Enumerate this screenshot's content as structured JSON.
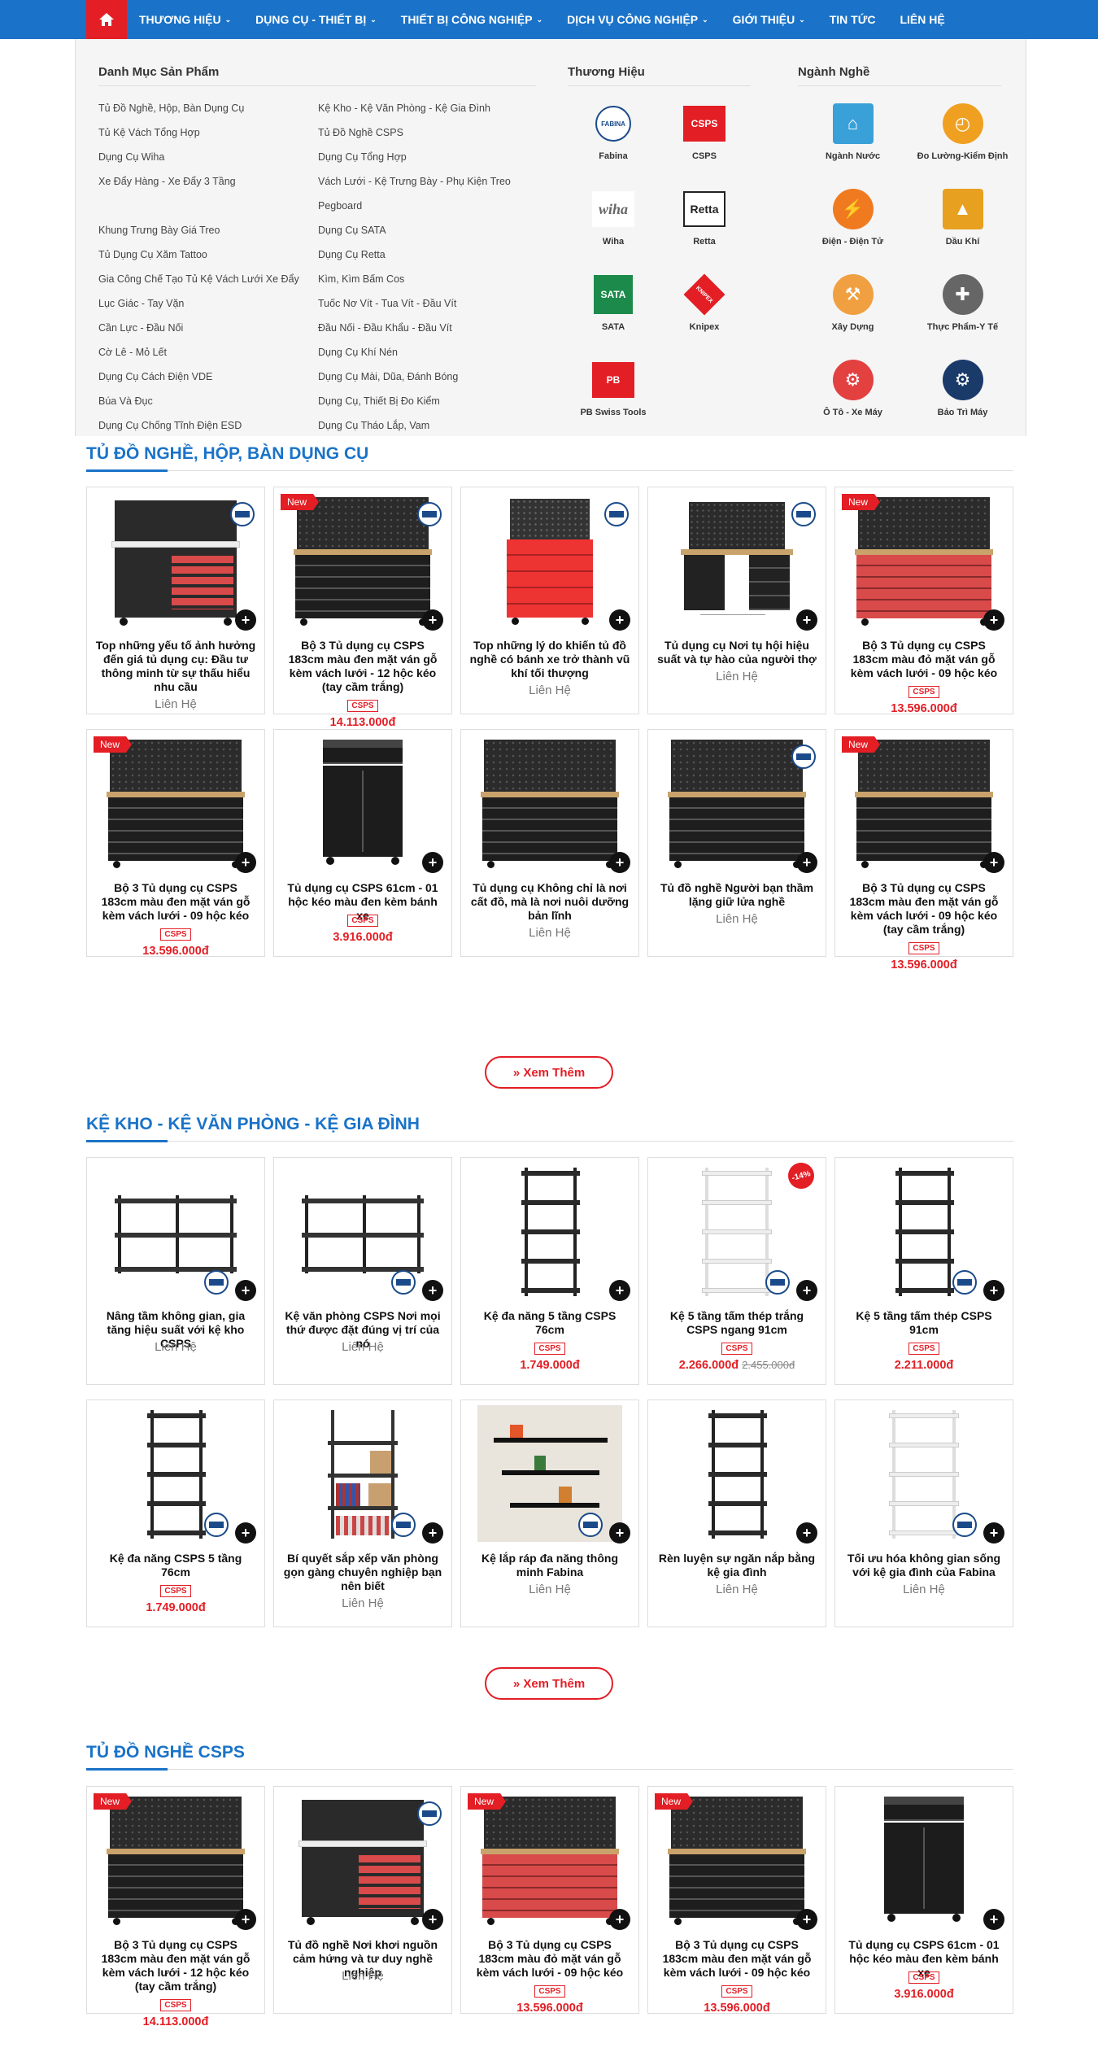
{
  "nav": {
    "items": [
      {
        "label": "THƯƠNG HIỆU",
        "caret": "⌄"
      },
      {
        "label": "DỤNG CỤ - THIẾT BỊ",
        "caret": "⌄"
      },
      {
        "label": "THIẾT BỊ CÔNG NGHIỆP",
        "caret": "⌄"
      },
      {
        "label": "DỊCH VỤ CÔNG NGHIỆP",
        "caret": "⌄"
      },
      {
        "label": "GIỚI THIỆU",
        "caret": "⌄"
      },
      {
        "label": "TIN TỨC",
        "caret": ""
      },
      {
        "label": "LIÊN HỆ",
        "caret": ""
      }
    ]
  },
  "mega": {
    "danhmuc_title": "Danh Mục Sản Phẩm",
    "danhmuc": [
      "Tủ Đồ Nghề, Hộp, Bàn Dụng Cụ",
      "Kệ Kho - Kệ Văn Phòng - Kệ Gia Đình",
      "Tủ Kệ Vách Tổng Hợp",
      "Tủ Đồ Nghề CSPS",
      "Dụng Cụ Wiha",
      "Dụng Cụ Tổng Hợp",
      "Xe Đẩy Hàng - Xe Đẩy 3 Tầng",
      "Vách Lưới - Kệ Trưng Bày - Phụ Kiện Treo",
      "",
      "Pegboard",
      "Khung Trưng Bày Giá Treo",
      "Dụng Cụ SATA",
      "Tủ Dụng Cụ Xăm Tattoo",
      "Dụng Cụ Retta",
      "Gia Công Chế Tạo Tủ Kệ Vách Lưới Xe Đẩy",
      "Kìm, Kìm Bấm Cos",
      "Lục Giác - Tay Vặn",
      "Tuốc Nơ Vít - Tua Vít - Đầu Vít",
      "Cần Lực - Đầu Nối",
      "Đầu Nối - Đầu Khẩu - Đầu Vít",
      "Cờ Lê - Mỏ Lết",
      "Dụng Cụ Khí Nén",
      "Dụng Cụ Cách Điện VDE",
      "Dụng Cụ Mài, Dũa, Đánh Bóng",
      "Búa Và Đục",
      "Dụng Cụ, Thiết Bị Đo Kiểm",
      "Dụng Cụ Chống Tĩnh Điện ESD",
      "Dụng Cụ Tháo Lắp, Vam"
    ],
    "brands_title": "Thương Hiệu",
    "brands": [
      {
        "name": "Fabina",
        "logo": "FABINA",
        "icon": "fabina-logo-icon",
        "color": "#1a4a8a"
      },
      {
        "name": "CSPS",
        "logo": "CSPS",
        "icon": "csps-logo-icon",
        "color": "#e31e25"
      },
      {
        "name": "Wiha",
        "logo": "wiha",
        "icon": "wiha-logo-icon",
        "color": "#666666"
      },
      {
        "name": "Retta",
        "logo": "Retta",
        "icon": "retta-logo-icon",
        "color": "#222222"
      },
      {
        "name": "SATA",
        "logo": "SATA",
        "icon": "sata-logo-icon",
        "color": "#1b8a4a"
      },
      {
        "name": "Knipex",
        "logo": "KNIPEX",
        "icon": "knipex-logo-icon",
        "color": "#e31e25"
      },
      {
        "name": "PB Swiss Tools",
        "logo": "PB",
        "icon": "pb-swiss-logo-icon",
        "color": "#e31e25"
      }
    ],
    "industries_title": "Ngành Nghề",
    "industries": [
      {
        "name": "Ngành Nước",
        "glyph": "⌂",
        "icon": "water-industry-icon",
        "color": "#3aa0d8"
      },
      {
        "name": "Đo Lường-Kiểm Định",
        "glyph": "◴",
        "icon": "measurement-icon",
        "color": "#f0a020"
      },
      {
        "name": "Điện - Điện Tử",
        "glyph": "⚡",
        "icon": "electric-plug-icon",
        "color": "#f07a20"
      },
      {
        "name": "Dầu Khí",
        "glyph": "▲",
        "icon": "oil-gas-icon",
        "color": "#e8a020"
      },
      {
        "name": "Xây Dựng",
        "glyph": "⚒",
        "icon": "construction-worker-icon",
        "color": "#f0a040"
      },
      {
        "name": "Thực Phẩm-Y Tế",
        "glyph": "✚",
        "icon": "food-medical-icon",
        "color": "#666666"
      },
      {
        "name": "Ô Tô - Xe Máy",
        "glyph": "⚙",
        "icon": "auto-moto-tools-icon",
        "color": "#e34040"
      },
      {
        "name": "Bảo Trì Máy",
        "glyph": "⚙",
        "icon": "machine-maintenance-icon",
        "color": "#1a3a6a"
      }
    ]
  },
  "sections": [
    {
      "title": "TỦ ĐỒ NGHỀ, HỘP, BÀN DỤNG CỤ",
      "more": "» Xem Thêm",
      "products": [
        {
          "name": "Top những yếu tố ảnh hưởng đến giá tủ dụng cụ: Đầu tư thông minh từ sự thấu hiểu nhu cầu",
          "lienhe": "Liên Hệ",
          "img": "cab-red-drawers",
          "seal": true
        },
        {
          "name": "Bộ 3 Tủ dụng cụ CSPS 183cm màu đen mặt ván gỗ kèm vách lưới - 12 hộc kéo (tay cầm trắng)",
          "brand": "CSPS",
          "price": "14.113.000đ",
          "new": "New",
          "img": "set-black",
          "seal": true
        },
        {
          "name": "Top những lý do khiến tủ đồ nghề có bánh xe trở thành vũ khí tối thượng",
          "lienhe": "Liên Hệ",
          "img": "cab-red-tall",
          "seal": true
        },
        {
          "name": "Tủ dụng cụ Nơi tụ hội hiệu suất và tự hào của người thợ",
          "lienhe": "Liên Hệ",
          "img": "bench-black",
          "seal": true
        },
        {
          "name": "Bộ 3 Tủ dụng cụ CSPS 183cm màu đỏ mặt ván gỗ kèm vách lưới - 09 hộc kéo",
          "brand": "CSPS",
          "price": "13.596.000đ",
          "new": "New",
          "img": "set-red"
        },
        {
          "name": "Bộ 3 Tủ dụng cụ CSPS 183cm màu đen mặt ván gỗ kèm vách lưới - 09 hộc kéo",
          "brand": "CSPS",
          "price": "13.596.000đ",
          "new": "New",
          "img": "set-black"
        },
        {
          "name": "Tủ dụng cụ CSPS 61cm - 01 hộc kéo màu đen kèm bánh xe",
          "brand": "CSPS",
          "price": "3.916.000đ",
          "img": "cab-single"
        },
        {
          "name": "Tủ dụng cụ Không chỉ là nơi cất đồ, mà là nơi nuôi dưỡng bản lĩnh",
          "lienhe": "Liên Hệ",
          "img": "set-black"
        },
        {
          "name": "Tủ đồ nghề Người bạn thầm lặng giữ lửa nghề",
          "lienhe": "Liên Hệ",
          "img": "set-black",
          "seal": true
        },
        {
          "name": "Bộ 3 Tủ dụng cụ CSPS 183cm màu đen mặt ván gỗ kèm vách lưới - 09 hộc kéo (tay cầm trắng)",
          "brand": "CSPS",
          "price": "13.596.000đ",
          "new": "New",
          "img": "set-black"
        }
      ]
    },
    {
      "title": "KỆ KHO - KỆ VĂN PHÒNG - KỆ GIA ĐÌNH",
      "more": "» Xem Thêm",
      "products": [
        {
          "name": "Nâng tầm không gian, gia tăng hiệu suất với kệ kho CSPS",
          "lienhe": "Liên Hệ",
          "img": "shelf-wide",
          "seal": true
        },
        {
          "name": "Kệ văn phòng CSPS Nơi mọi thứ được đặt đúng vị trí của nó",
          "lienhe": "Liên Hệ",
          "img": "shelf-wide",
          "seal": true
        },
        {
          "name": "Kệ đa năng 5 tầng CSPS 76cm",
          "brand": "CSPS",
          "price": "1.749.000đ",
          "img": "shelf-black"
        },
        {
          "name": "Kệ 5 tầng tấm thép trắng CSPS ngang 91cm",
          "brand": "CSPS",
          "price": "2.266.000đ",
          "old": "2.455.000đ",
          "pct": "-14%",
          "img": "shelf-white",
          "seal": true
        },
        {
          "name": "Kệ 5 tầng tấm thép CSPS 91cm",
          "brand": "CSPS",
          "price": "2.211.000đ",
          "img": "shelf-black",
          "seal": true
        },
        {
          "name": "Kệ đa năng CSPS 5 tầng 76cm",
          "brand": "CSPS",
          "price": "1.749.000đ",
          "img": "shelf-black",
          "seal": true
        },
        {
          "name": "Bí quyết sắp xếp văn phòng gọn gàng chuyên nghiệp bạn nên biết",
          "lienhe": "Liên Hệ",
          "img": "shelf-boxes",
          "seal": true
        },
        {
          "name": "Kệ lắp ráp đa năng thông minh Fabina",
          "lienhe": "Liên Hệ",
          "img": "wall-shelf",
          "seal": true
        },
        {
          "name": "Rèn luyện sự ngăn nắp bằng kệ gia đình",
          "lienhe": "Liên Hệ",
          "img": "shelf-black"
        },
        {
          "name": "Tối ưu hóa không gian sống với kệ gia đình của Fabina",
          "lienhe": "Liên Hệ",
          "img": "shelf-white",
          "seal": true
        }
      ]
    },
    {
      "title": "TỦ ĐỒ NGHỀ CSPS",
      "products": [
        {
          "name": "Bộ 3 Tủ dụng cụ CSPS 183cm màu đen mặt ván gỗ kèm vách lưới - 12 hộc kéo (tay cầm trắng)",
          "brand": "CSPS",
          "price": "14.113.000đ",
          "new": "New",
          "img": "set-black"
        },
        {
          "name": "Tủ đồ nghề Nơi khơi nguồn cảm hứng và tư duy nghề nghiệp",
          "lienhe": "Liên Hệ",
          "img": "cab-red-drawers",
          "seal": true
        },
        {
          "name": "Bộ 3 Tủ dụng cụ CSPS 183cm màu đỏ mặt ván gỗ kèm vách lưới - 09 hộc kéo",
          "brand": "CSPS",
          "price": "13.596.000đ",
          "new": "New",
          "img": "set-red"
        },
        {
          "name": "Bộ 3 Tủ dụng cụ CSPS 183cm màu đen mặt ván gỗ kèm vách lưới - 09 hộc kéo",
          "brand": "CSPS",
          "price": "13.596.000đ",
          "new": "New",
          "img": "set-black"
        },
        {
          "name": "Tủ dụng cụ CSPS 61cm - 01 hộc kéo màu đen kèm bánh xe",
          "brand": "CSPS",
          "price": "3.916.000đ",
          "img": "cab-single"
        }
      ]
    }
  ],
  "colors": {
    "accent": "#1a73c8",
    "sale": "#e31e25"
  }
}
